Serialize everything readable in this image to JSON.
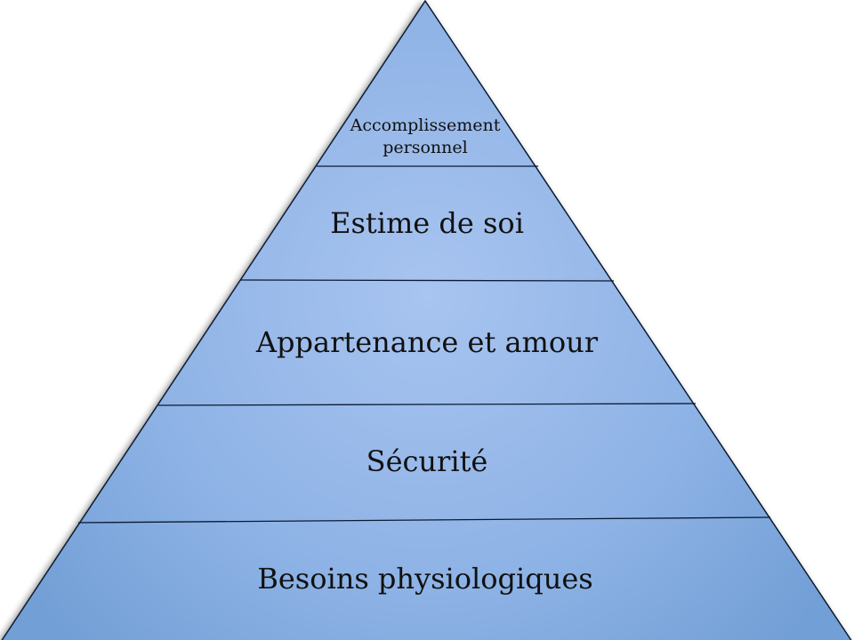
{
  "diagram": {
    "type": "pyramid",
    "fill_color": "#8fb3e6",
    "fill_center_color": "#a6c3ef",
    "fill_edge_color": "#79a5d9",
    "outline_color": "#0b1a33",
    "levels": [
      {
        "label": "Accomplissement personnel",
        "line1": "Accomplissement",
        "line2": "personnel"
      },
      {
        "label": "Estime de soi"
      },
      {
        "label": "Appartenance et amour"
      },
      {
        "label": "Sécurité"
      },
      {
        "label": "Besoins physiologiques"
      }
    ]
  }
}
